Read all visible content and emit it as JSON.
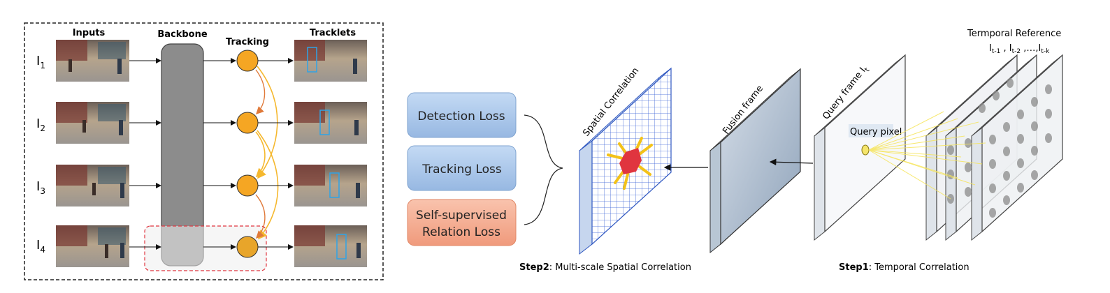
{
  "left_panel": {
    "headers": {
      "inputs": "Inputs",
      "backbone": "Backbone",
      "tracking": "Tracking",
      "tracklets": "Tracklets"
    },
    "frames": [
      {
        "letter": "I",
        "sub": "1"
      },
      {
        "letter": "I",
        "sub": "2"
      },
      {
        "letter": "I",
        "sub": "3"
      },
      {
        "letter": "I",
        "sub": "4"
      }
    ]
  },
  "losses": {
    "detection": "Detection Loss",
    "tracking": "Tracking Loss",
    "relation_line1": "Self-supervised",
    "relation_line2": "Relation Loss"
  },
  "planes": {
    "spatial": "Spatial Correlation",
    "fusion": "Fusion frame",
    "query_frame": "Query frame I",
    "query_frame_sub": "t",
    "query_pixel": "Query pixel",
    "temporal_title": "Termporal Reference",
    "temporal_refs": [
      {
        "letter": "I",
        "sub": "t-1",
        "sep": " , "
      },
      {
        "letter": "I",
        "sub": "t-2",
        "sep": " ,…,"
      },
      {
        "letter": "I",
        "sub": "t-k",
        "sep": ""
      }
    ]
  },
  "steps": {
    "step2_bold": "Step2",
    "step2_text": ": Multi-scale Spatial Correlation",
    "step1_bold": "Step1",
    "step1_text": ": Temporal Correlation"
  },
  "colors": {
    "tracking_node": "#f5a623",
    "backbone": "#8c8c8c",
    "loss_blue": "#a9c8ec",
    "loss_orange": "#f4a58a",
    "grid_blue": "#3a62d6",
    "highlight_red": "#e0353f"
  }
}
